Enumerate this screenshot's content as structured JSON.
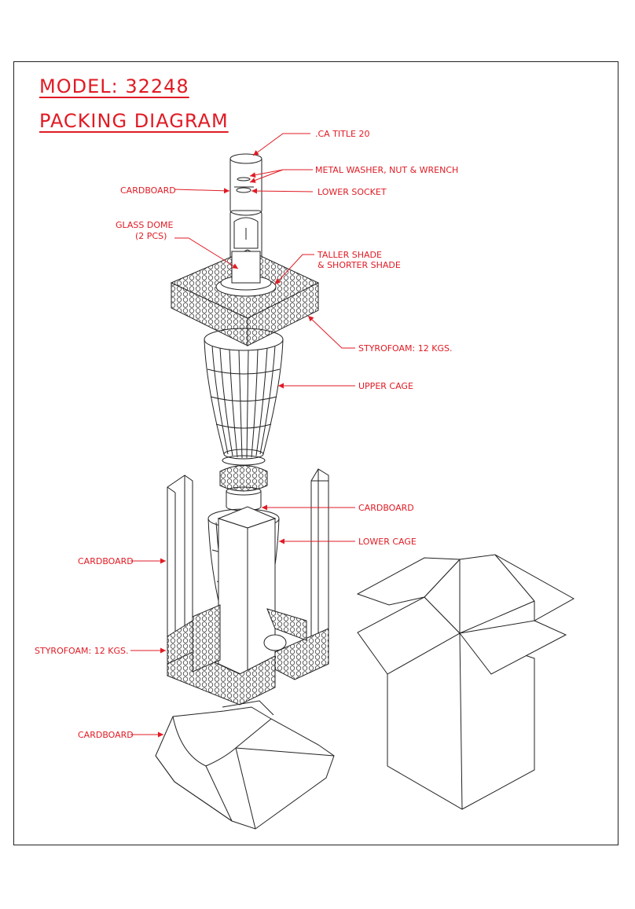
{
  "header": {
    "model": "MODEL: 32248",
    "subtitle": "PACKING DIAGRAM"
  },
  "labels": {
    "ca_title": ".CA TITLE 20",
    "metal_washer": "METAL WASHER, NUT & WRENCH",
    "cardboard_top": "CARDBOARD",
    "lower_socket": "LOWER SOCKET",
    "glass_dome_1": "GLASS DOME",
    "glass_dome_2": "(2 PCS)",
    "taller_shade_1": "TALLER SHADE",
    "taller_shade_2": "& SHORTER SHADE",
    "styrofoam_top": "STYROFOAM: 12 KGS.",
    "upper_cage": "UPPER CAGE",
    "cardboard_mid": "CARDBOARD",
    "lower_cage": "LOWER CAGE",
    "cardboard_left": "CARDBOARD",
    "styrofoam_bottom": "STYROFOAM: 12 KGS.",
    "cardboard_bottom": "CARDBOARD"
  },
  "colors": {
    "annotation": "#e01b24",
    "linework": "#222222"
  }
}
